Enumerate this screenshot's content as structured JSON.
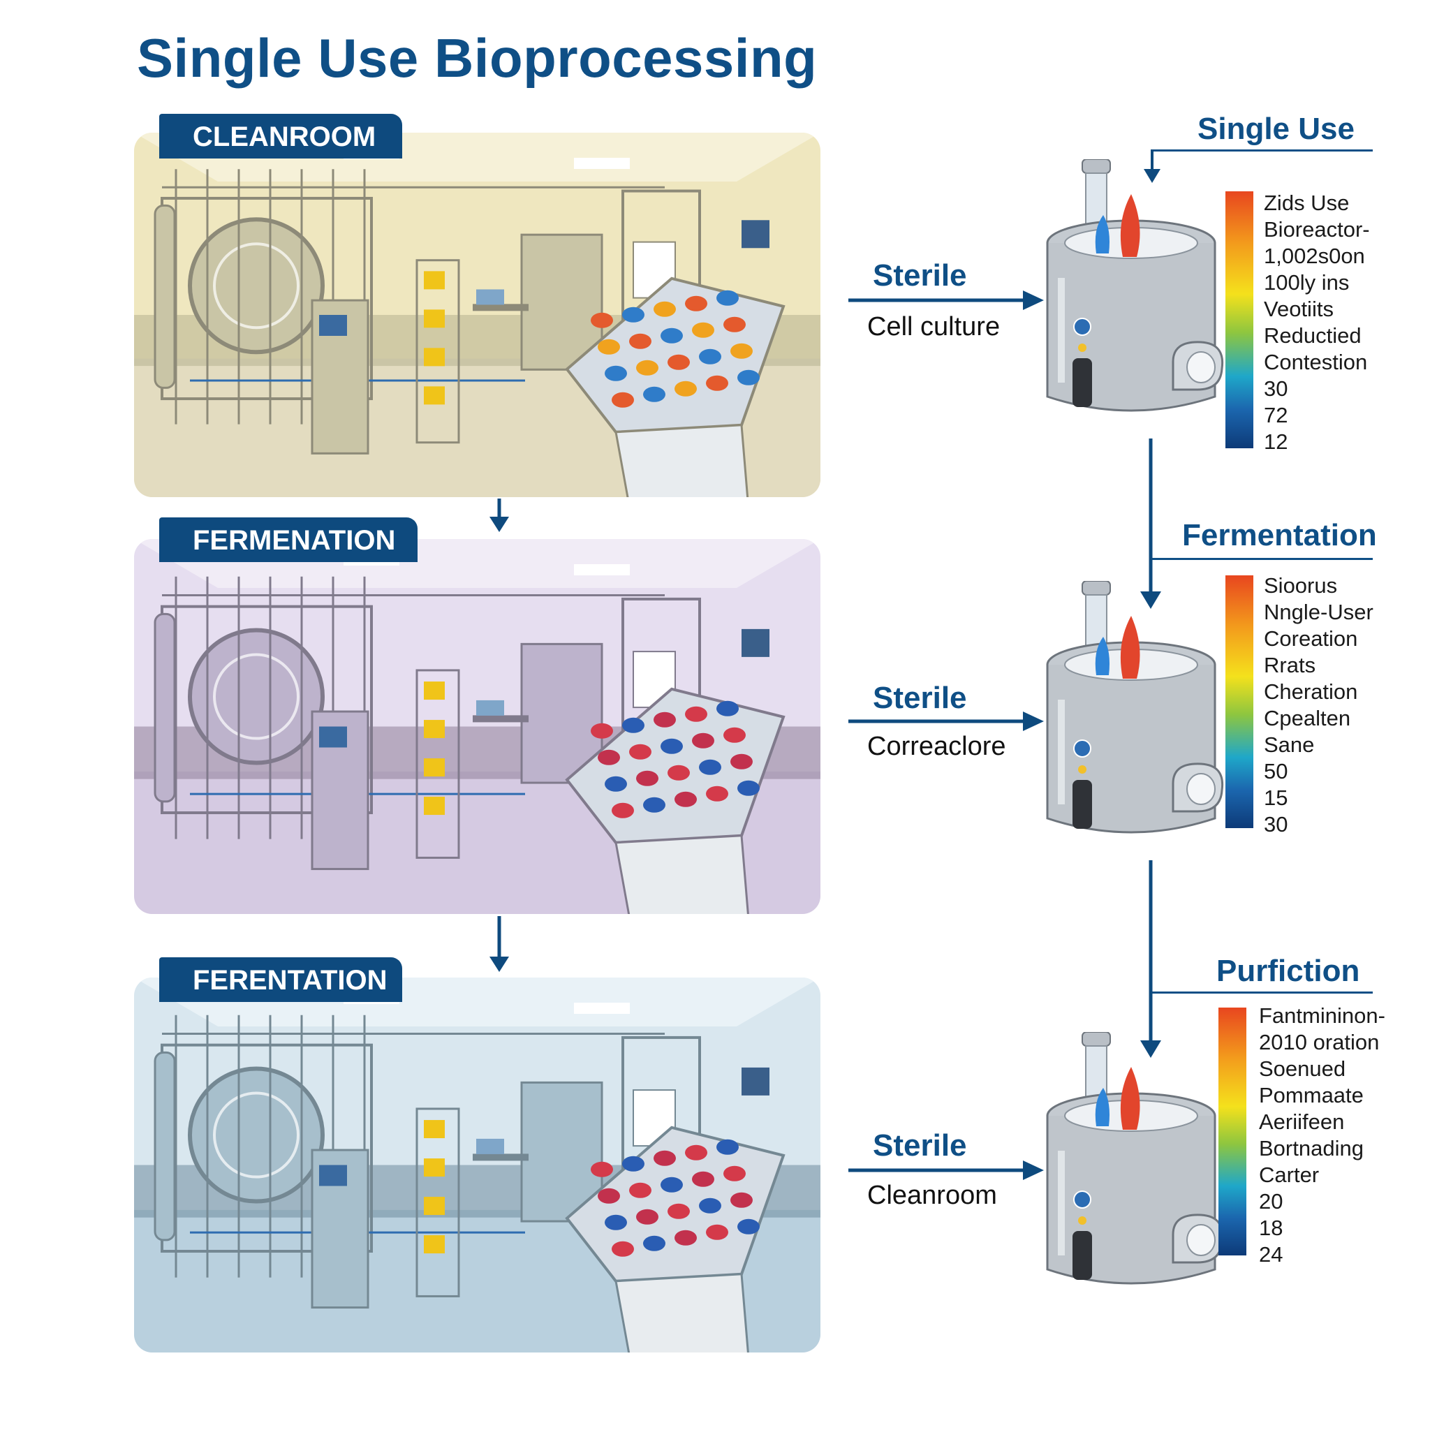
{
  "title": "Single Use Bioprocessing",
  "rooms": [
    {
      "tab": "CLEANROOM"
    },
    {
      "tab": "FERMENATION"
    },
    {
      "tab": "FERENTATION"
    }
  ],
  "stages": [
    {
      "heading": "Single Use",
      "flow_title": "Sterile",
      "flow_sub": "Cell culture",
      "legend": [
        "Zids Use",
        "Bioreactor-",
        "1,002s0on",
        "100ly ins",
        "Veotiits",
        "Reductied",
        "Contestion",
        "30",
        "72",
        "12"
      ]
    },
    {
      "heading": "Fermentation",
      "flow_title": "Sterile",
      "flow_sub": "Correaclore",
      "legend": [
        "Sioorus",
        "Nngle-User",
        "Coreation",
        "Rrats",
        "Cheration",
        "Cpealten",
        "Sane",
        "50",
        "15",
        "30"
      ]
    },
    {
      "heading": "Purfiction",
      "flow_title": "Sterile",
      "flow_sub": "Cleanroom",
      "legend": [
        "Fantmininon-",
        "2010 oration",
        "Soenued",
        "Pommaate",
        "Aeriifeen",
        "Bortnading",
        "Carter",
        "20",
        "18",
        "24"
      ]
    }
  ],
  "colors": {
    "brand": "#0f4f86",
    "room_tints": [
      "#ece3b4",
      "#d9cbe4",
      "#c3d9e6"
    ]
  }
}
